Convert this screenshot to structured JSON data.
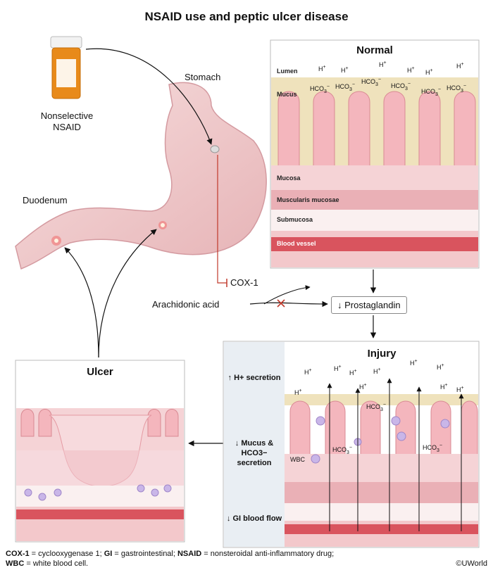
{
  "title": "NSAID use and peptic ulcer disease",
  "labels": {
    "stomach": "Stomach",
    "nsaid_line1": "Nonselective",
    "nsaid_line2": "NSAID",
    "duodenum": "Duodenum",
    "cox1": "COX-1",
    "arachidonic": "Arachidonic acid",
    "prostaglandin": "↓ Prostaglandin"
  },
  "normal": {
    "title": "Normal",
    "layers": [
      "Lumen",
      "Mucus",
      "Mucosa",
      "Muscularis mucosae",
      "Submucosa",
      "Blood vessel"
    ],
    "ions": [
      "H+",
      "HCO3−"
    ]
  },
  "injury": {
    "title": "Injury",
    "effects": [
      "↑ H+ secretion",
      "↓ Mucus & HCO3− secretion",
      "↓ GI blood flow"
    ],
    "wbc": "WBC"
  },
  "ulcer": {
    "title": "Ulcer"
  },
  "footnote": {
    "line1_parts": [
      {
        "abbr": "COX-1",
        "text": " = cyclooxygenase 1; "
      },
      {
        "abbr": "GI",
        "text": " = gastrointestinal; "
      },
      {
        "abbr": "NSAID",
        "text": " = nonsteroidal anti-inflammatory drug;"
      }
    ],
    "line2_abbr": "WBC",
    "line2_text": " = white blood cell."
  },
  "credit": "©UWorld",
  "colors": {
    "mucus": "#efe2bc",
    "mucosa_pink": "#f4c8cc",
    "tissue_dark": "#e59aa3",
    "vessel": "#d9545e",
    "stomach": "#f2cfcf",
    "panel_bg": "#e9eef3",
    "wbc": "#c9b6e8",
    "red_line": "#c0392b"
  }
}
